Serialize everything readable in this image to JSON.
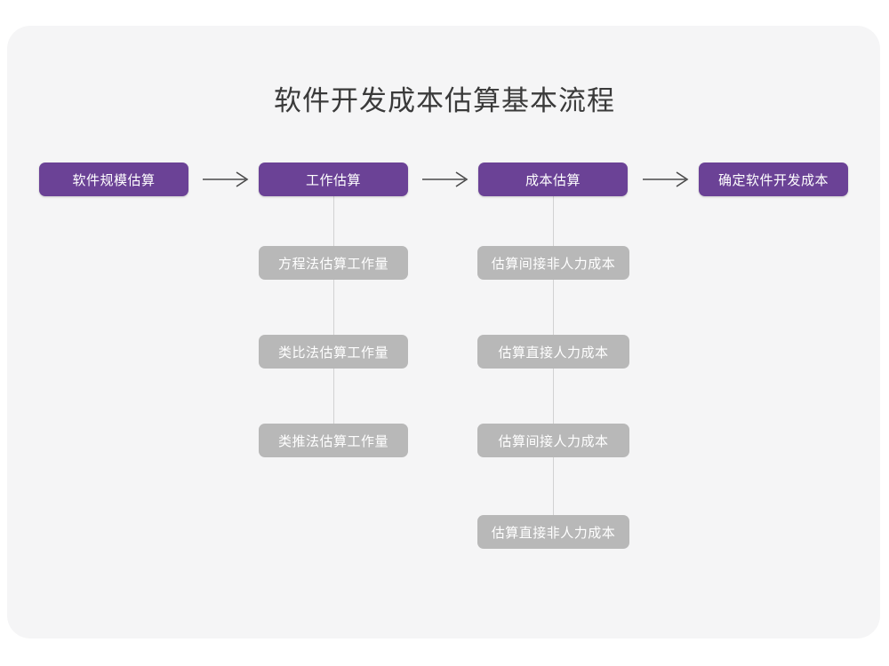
{
  "diagram": {
    "title": "软件开发成本估算基本流程",
    "colors": {
      "page_background": "#ffffff",
      "card_background": "#f5f5f6",
      "primary_node": "#6b4296",
      "sub_node": "#b8b8b8",
      "title_text": "#3a3a3a",
      "node_text": "#ffffff",
      "connector_line": "#d2d2d2",
      "arrow": "#4a4a4a"
    },
    "main_steps": [
      {
        "label": "软件规模估算"
      },
      {
        "label": "工作估算"
      },
      {
        "label": "成本估算"
      },
      {
        "label": "确定软件开发成本"
      }
    ],
    "arrows": [
      {
        "name": "arrow-1",
        "glyph": "→"
      },
      {
        "name": "arrow-2",
        "glyph": "→"
      },
      {
        "name": "arrow-3",
        "glyph": "→"
      }
    ],
    "effort_substeps": [
      {
        "label": "方程法估算工作量"
      },
      {
        "label": "类比法估算工作量"
      },
      {
        "label": "类推法估算工作量"
      }
    ],
    "cost_substeps": [
      {
        "label": "估算间接非人力成本"
      },
      {
        "label": "估算直接人力成本"
      },
      {
        "label": "估算间接人力成本"
      },
      {
        "label": "估算直接非人力成本"
      }
    ]
  }
}
